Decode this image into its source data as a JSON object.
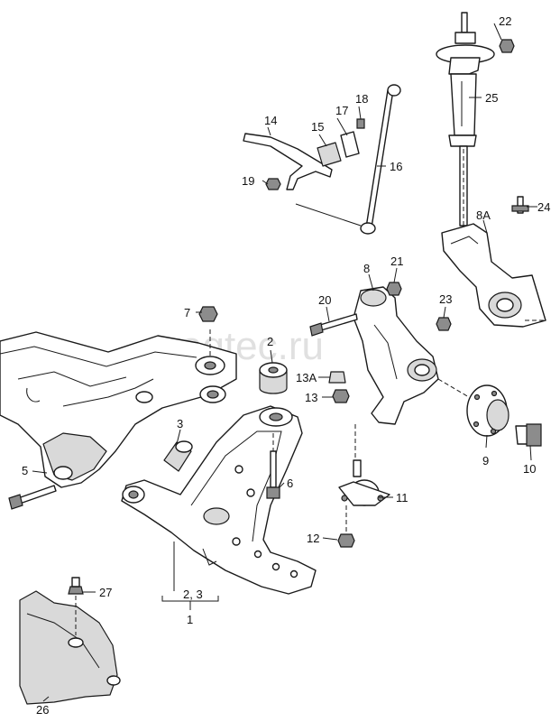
{
  "watermark": "vagtec.ru",
  "callouts": {
    "c1": "1",
    "c2": "2",
    "c2_3": "2, 3",
    "c3": "3",
    "c5": "5",
    "c6": "6",
    "c7": "7",
    "c8": "8",
    "c8a": "8A",
    "c9": "9",
    "c10": "10",
    "c11": "11",
    "c12": "12",
    "c13": "13",
    "c13a": "13A",
    "c14": "14",
    "c15": "15",
    "c16": "16",
    "c17": "17",
    "c18": "18",
    "c19": "19",
    "c20": "20",
    "c21": "21",
    "c22": "22",
    "c23": "23",
    "c24": "24",
    "c25": "25",
    "c26": "26",
    "c27": "27"
  }
}
